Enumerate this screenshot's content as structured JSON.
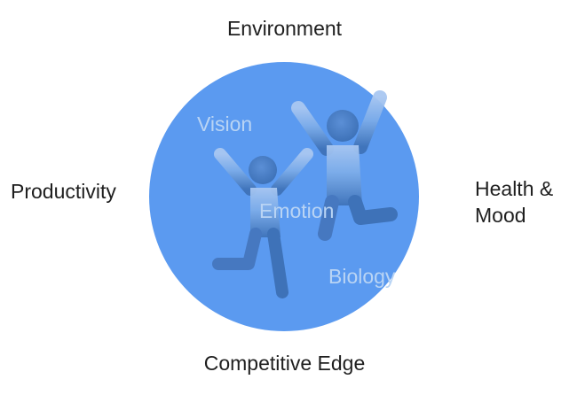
{
  "diagram": {
    "labels": {
      "top": "Environment",
      "left": "Productivity",
      "right_line1": "Health &",
      "right_line2": "Mood",
      "bottom": "Competitive Edge"
    },
    "inner_labels": {
      "vision": "Vision",
      "emotion": "Emotion",
      "biology": "Biology"
    },
    "colors": {
      "circle": "#5b9af0",
      "figure_dark": "#3e72b8",
      "figure_light": "#a9c7f1",
      "inner_text": "#b9d4f4"
    },
    "icons": [
      "jumping-person-icon",
      "jumping-person-icon"
    ]
  }
}
